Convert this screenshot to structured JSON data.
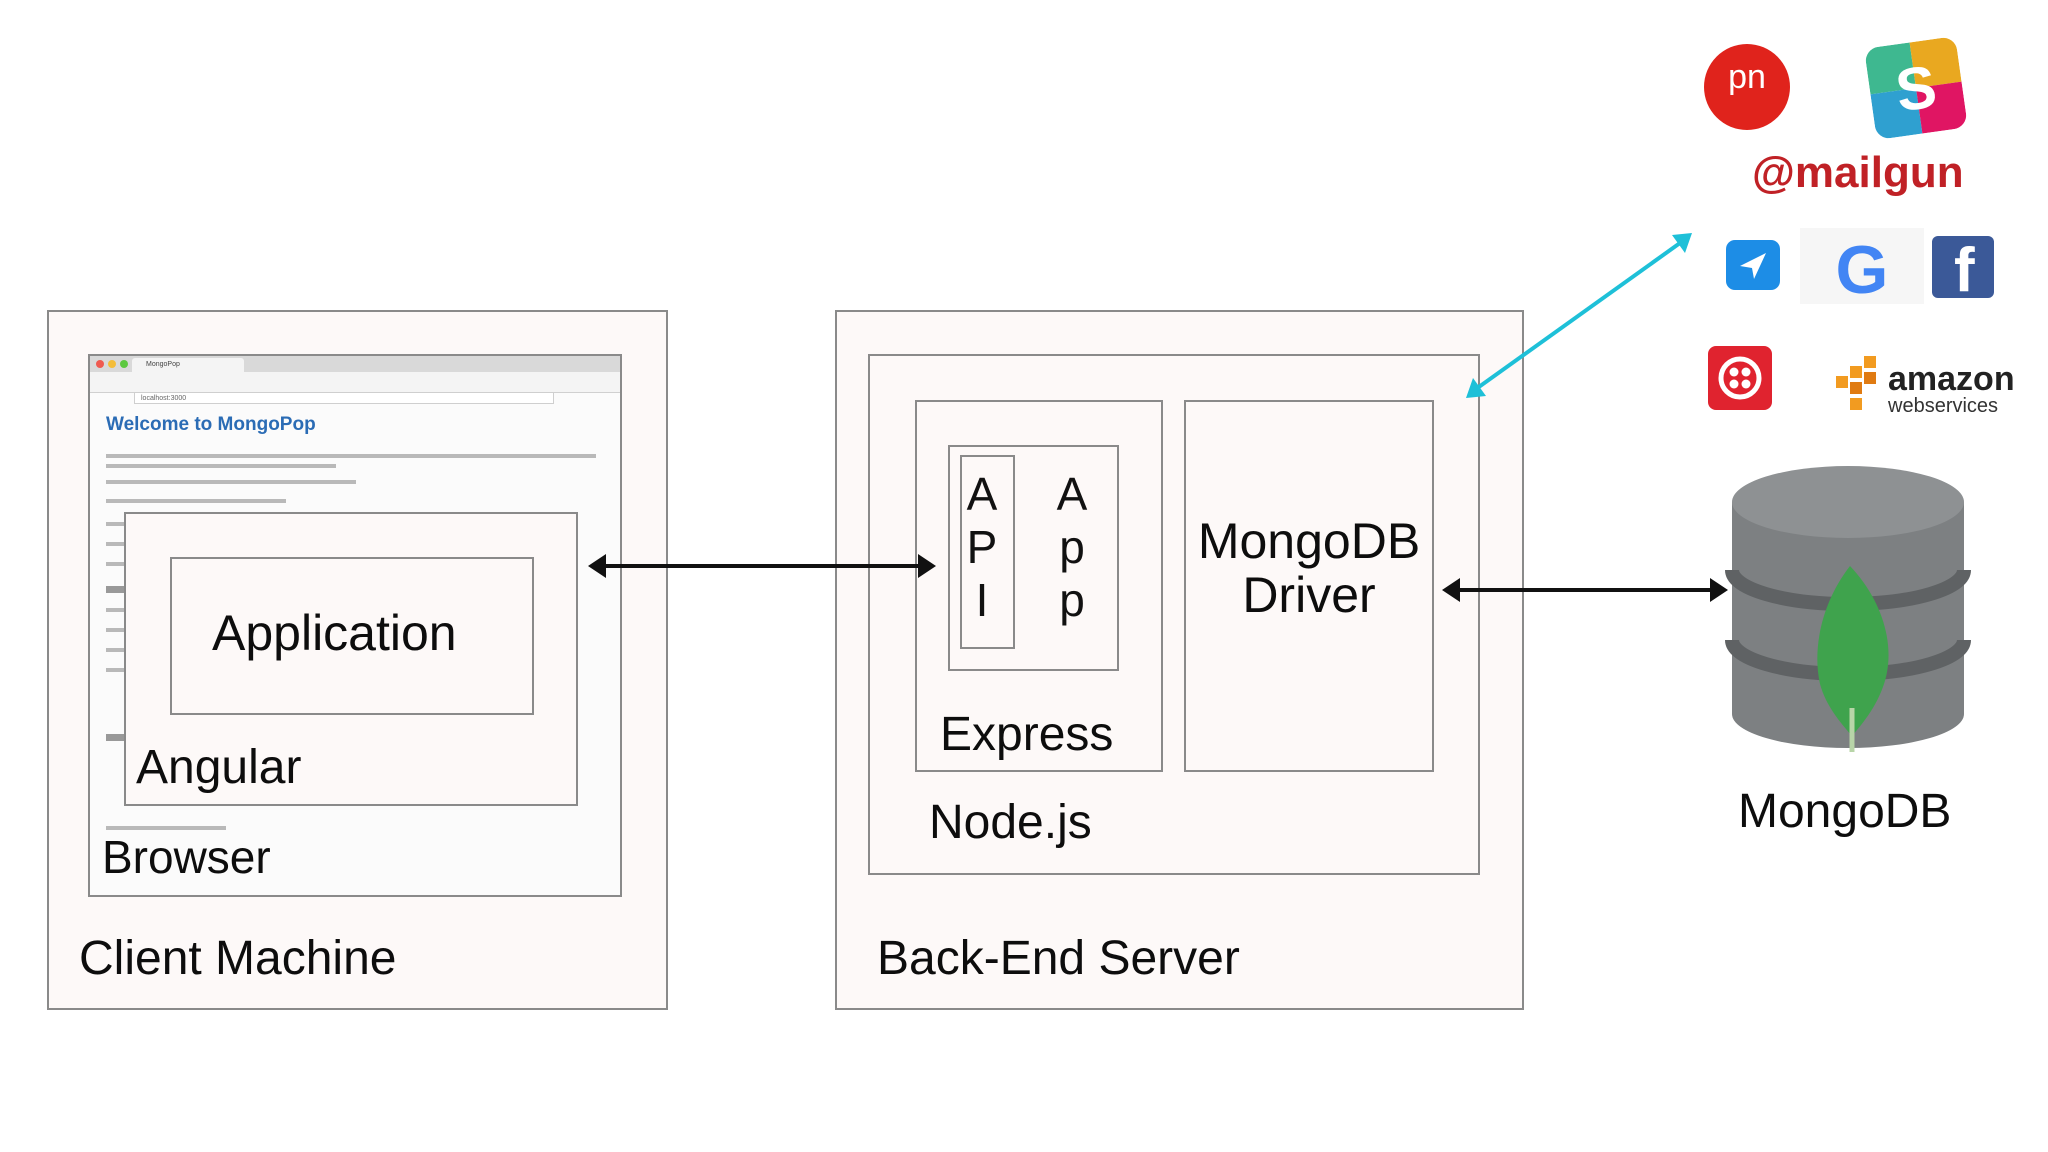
{
  "client_machine": {
    "label": "Client Machine"
  },
  "browser": {
    "label": "Browser",
    "page_heading": "Welcome to MongoPop",
    "tab_title": "MongoPop",
    "url": "localhost:3000"
  },
  "angular": {
    "label": "Angular"
  },
  "application": {
    "label": "Application"
  },
  "back_end_server": {
    "label": "Back-End Server"
  },
  "nodejs": {
    "label": "Node.js"
  },
  "express": {
    "label": "Express"
  },
  "api": {
    "letters": [
      "A",
      "P",
      "I"
    ]
  },
  "app": {
    "letters": [
      "A",
      "p",
      "p"
    ]
  },
  "mongodb_driver": {
    "line1": "MongoDB",
    "line2": "Driver"
  },
  "mongodb": {
    "label": "MongoDB"
  },
  "services": {
    "pubnub": {
      "text": "pn"
    },
    "slack": {
      "text": "S"
    },
    "mailgun": {
      "text": "@mailgun"
    },
    "google": {
      "text": "G"
    },
    "facebook": {
      "text": "f"
    },
    "amazon": {
      "line1": "amazon",
      "line2": "webservices"
    }
  },
  "colors": {
    "connector_arrow": "#111111",
    "external_arrow": "#1ec0d8",
    "mongodb_leaf": "#3fa34d",
    "mongodb_cylinder": "#7d8082",
    "browser_heading": "#2b6cb5"
  }
}
